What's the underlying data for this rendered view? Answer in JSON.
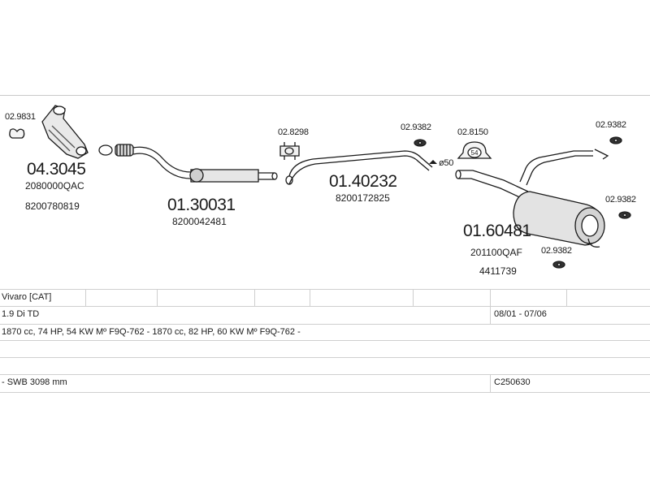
{
  "parts": {
    "clamp_a": "02.9831",
    "cat_code": "04.3045",
    "cat_ref1": "2080000QAC",
    "cat_ref2": "8200780819",
    "front_code": "01.30031",
    "front_ref": "8200042481",
    "clamp_b": "02.8298",
    "middle_code": "01.40232",
    "middle_ref": "8200172825",
    "rubber_a": "02.9382",
    "clamp_c": "02.8150",
    "clamp_c_size": "54",
    "pipe_dia": "ø50",
    "rubber_b": "02.9382",
    "rubber_c": "02.9382",
    "rubber_d": "02.9382",
    "rear_code": "01.60481",
    "rear_ref1": "201100QAF",
    "rear_ref2": "4411739"
  },
  "table": {
    "model": "Vivaro  [CAT]",
    "engine": "1.9 Di TD",
    "dates": "08/01 - 07/06",
    "specs": "1870 cc, 74 HP, 54 KW Mº F9Q-762 - 1870 cc, 82 HP, 60 KW Mº F9Q-762 -",
    "variant": "- SWB 3098 mm",
    "code": "C250630"
  }
}
